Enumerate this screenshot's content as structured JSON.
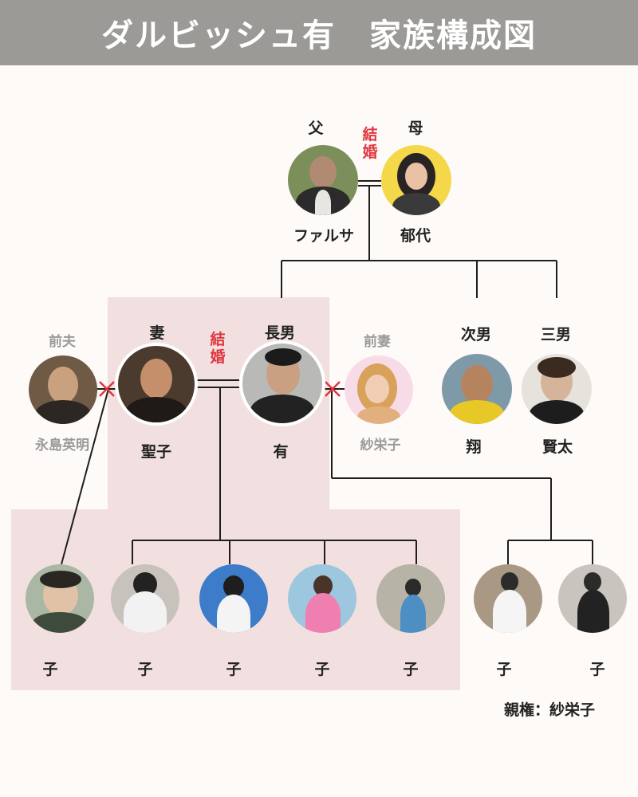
{
  "title": "ダルビッシュ有　家族構成図",
  "parents": {
    "father_role": "父",
    "father_name": "ファルサ",
    "mother_role": "母",
    "mother_name": "郁代",
    "marriage_label": "結婚"
  },
  "spouse": {
    "role": "妻",
    "name": "聖子"
  },
  "main": {
    "role": "長男",
    "name": "有",
    "marriage_label": "結婚"
  },
  "ex_husband": {
    "role": "前夫",
    "name": "永島英明"
  },
  "ex_wife": {
    "role": "前妻",
    "name": "紗栄子"
  },
  "brothers": [
    {
      "role": "次男",
      "name": "翔"
    },
    {
      "role": "三男",
      "name": "賢太"
    }
  ],
  "children": [
    {
      "label": "子"
    },
    {
      "label": "子"
    },
    {
      "label": "子"
    },
    {
      "label": "子"
    },
    {
      "label": "子"
    },
    {
      "label": "子"
    },
    {
      "label": "子"
    }
  ],
  "custody_note": "親権：紗栄子",
  "colors": {
    "header_bg": "#9c9a97",
    "highlight": "#f1e0df",
    "divorce_mark": "#e0353f",
    "marriage_text": "#e0353f"
  }
}
